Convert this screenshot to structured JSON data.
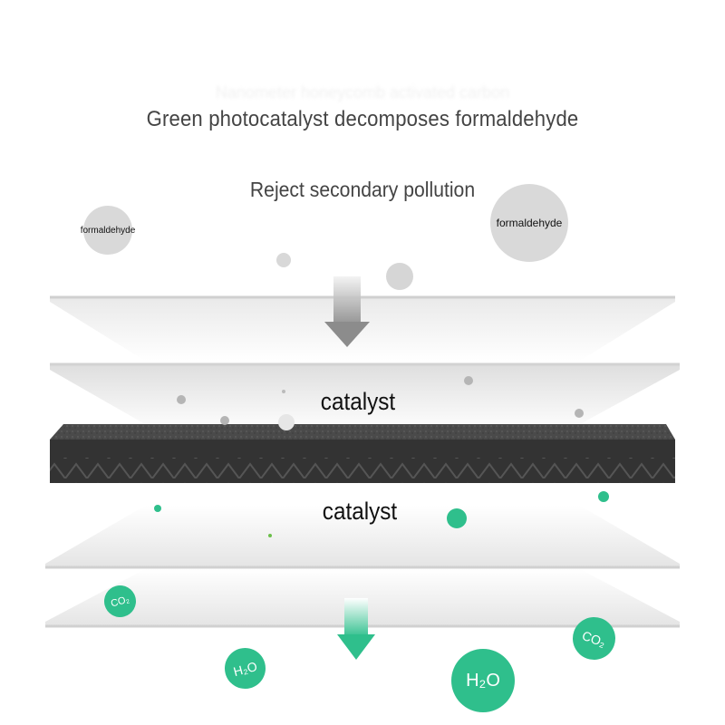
{
  "heading": {
    "faint": "Nanometer honeycomb activated carbon",
    "title": "Green photocatalyst decomposes formaldehyde",
    "subtitle": "Reject secondary pollution"
  },
  "molecules": {
    "formaldehyde_left": "formaldehyde",
    "formaldehyde_right": "formaldehyde"
  },
  "layers": {
    "upper_label": "catalyst",
    "lower_label": "catalyst"
  },
  "products": {
    "co2_left": "CO₂",
    "co2_right": "CO₂",
    "h2o_left": "H₂O",
    "h2o_right": "H₂O"
  },
  "colors": {
    "green": "#2fbf8c",
    "grey_bubble": "#d9d9d9",
    "carbon": "#3a3a3a"
  }
}
